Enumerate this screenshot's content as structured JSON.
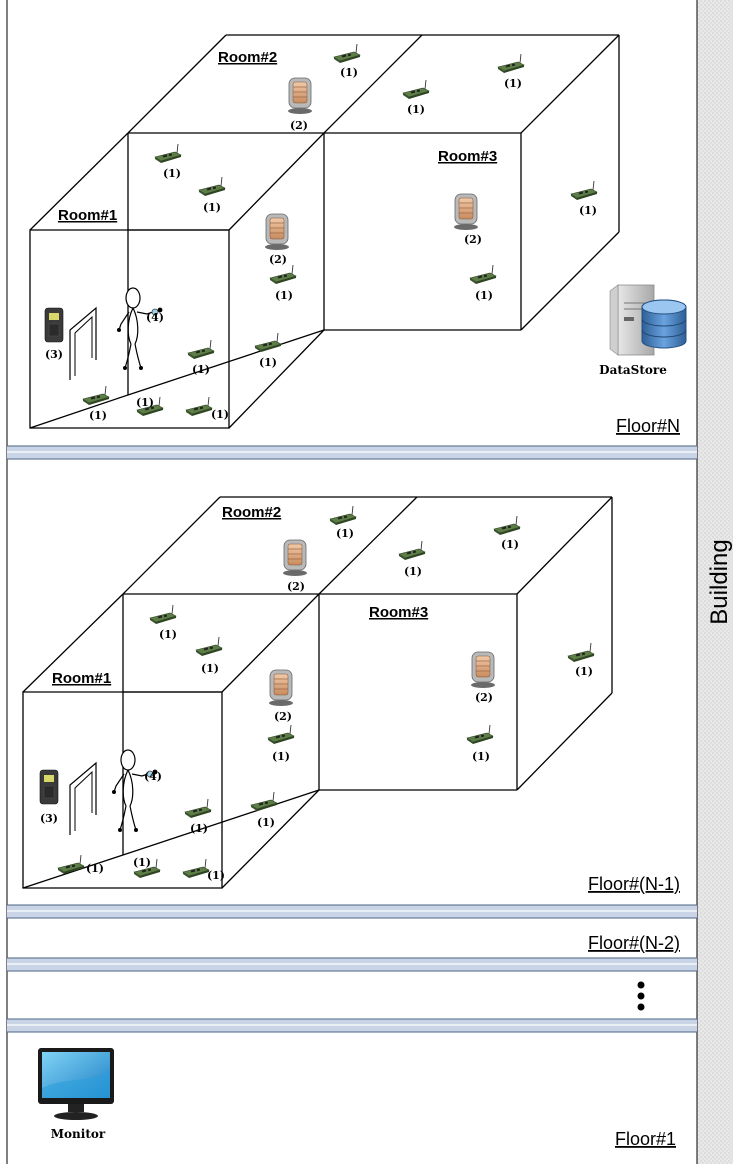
{
  "building_label": "Building",
  "floors": {
    "floor_n": "Floor#N",
    "floor_n1": "Floor#(N-1)",
    "floor_n2": "Floor#(N-2)",
    "floor_1": "Floor#1"
  },
  "rooms": {
    "room1": "Room#1",
    "room2": "Room#2",
    "room3": "Room#3"
  },
  "markers": {
    "sensor": "(1)",
    "heater": "(2)",
    "reader": "(3)",
    "tag": "(4)"
  },
  "devices": {
    "datastore": "DataStore",
    "monitor": "Monitor"
  },
  "icons": {
    "sensor": "sensor-board-icon",
    "heater": "heater-icon",
    "reader": "access-reader-icon",
    "person": "person-icon",
    "datastore": "datastore-icon",
    "monitor": "monitor-icon",
    "ellipsis": "vertical-ellipsis-icon"
  },
  "colors": {
    "separator": "#c9d5e6",
    "sidebar": "#e6e6e6",
    "sensor": "#4a6b38",
    "db": "#3f79b8"
  }
}
